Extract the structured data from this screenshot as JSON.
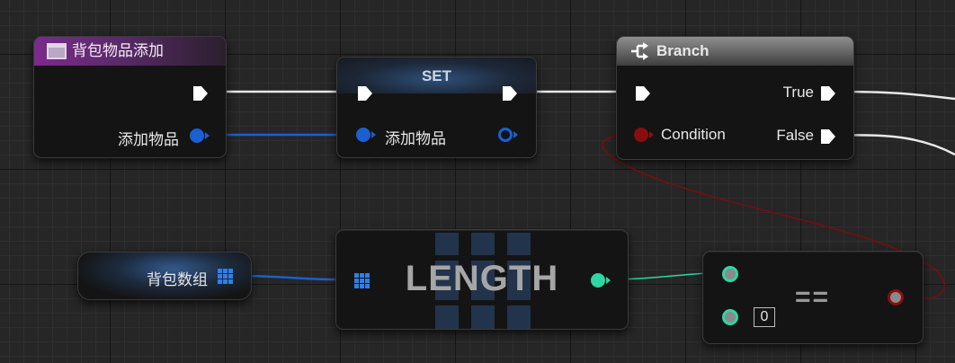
{
  "event_node": {
    "title": "背包物品添加",
    "icon": "event-icon",
    "output_pin_label": "添加物品",
    "header_color": "#7c2a8c"
  },
  "set_node": {
    "title": "SET",
    "input_pin_label": "添加物品"
  },
  "branch_node": {
    "title": "Branch",
    "icon": "branch-icon",
    "condition_label": "Condition",
    "true_label": "True",
    "false_label": "False"
  },
  "array_var_node": {
    "label": "背包数组",
    "icon": "array-icon"
  },
  "length_node": {
    "title": "LENGTH"
  },
  "equal_node": {
    "symbol": "==",
    "default_value": "0"
  },
  "colors": {
    "exec_wire": "#ffffff",
    "object_pin": "#1b5fd0",
    "integer_pin": "#2ed6a3",
    "boolean_pin": "#8a0d0d",
    "array_pin": "#2f7fe6"
  }
}
